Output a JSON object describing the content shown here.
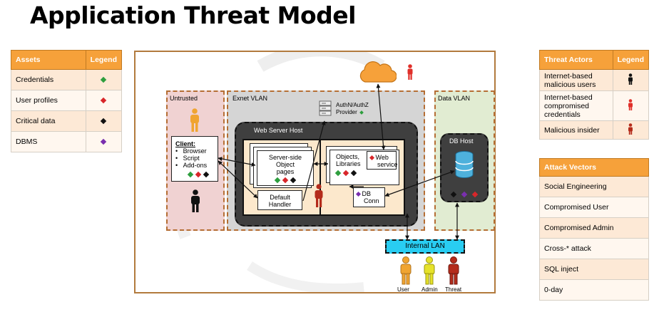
{
  "page": {
    "title": "Application Threat Model"
  },
  "colors": {
    "orange_header": "#f6a13a",
    "green": "#2e9e3e",
    "red": "#d8262a",
    "black": "#111111",
    "purple": "#7a2fae",
    "cyan": "#29cdf2",
    "orange_actor": "#f0a430",
    "yellow_actor": "#e6e22a",
    "darkred_actor": "#b42b1b"
  },
  "assets_table": {
    "header": {
      "col1": "Assets",
      "col2": "Legend"
    },
    "rows": [
      {
        "label": "Credentials",
        "legend": "green-diamond-icon"
      },
      {
        "label": "User profiles",
        "legend": "red-diamond-icon"
      },
      {
        "label": "Critical data",
        "legend": "black-diamond-icon"
      },
      {
        "label": "DBMS",
        "legend": "purple-diamond-icon"
      }
    ]
  },
  "threat_actors_table": {
    "header": {
      "col1": "Threat Actors",
      "col2": "Legend"
    },
    "rows": [
      {
        "label": "Internet-based malicious users",
        "legend": "black-person-icon"
      },
      {
        "label": "Internet-based compromised credentials",
        "legend": "red-person-icon"
      },
      {
        "label": "Malicious insider",
        "legend": "darkred-person-icon"
      }
    ]
  },
  "attack_vectors_table": {
    "header": "Attack Vectors",
    "rows": [
      "Social Engineering",
      "Compromised User",
      "Compromised Admin",
      "Cross-* attack",
      "SQL inject",
      "0-day"
    ]
  },
  "diagram": {
    "untrusted_label": "Untrusted",
    "exnet_label": "Exnet VLAN",
    "data_vlan_label": "Data VLAN",
    "web_server_host_label": "Web Server Host",
    "authn_label_line1": "AuthN/AuthZ",
    "authn_label_line2": "Provider",
    "client": {
      "title": "Client:",
      "items": [
        "Browser",
        "Script",
        "Add-ons"
      ]
    },
    "server_side_line1": "Server-side",
    "server_side_line2": "Object",
    "server_side_line3": "pages",
    "default_handler_line1": "Default",
    "default_handler_line2": "Handler",
    "objects_libraries_line1": "Objects,",
    "objects_libraries_line2": "Libraries",
    "web_service_line1": "Web",
    "web_service_line2": "service",
    "db_conn_line1": "DB",
    "db_conn_line2": "Conn",
    "db_host_label": "DB Host",
    "internal_lan_label": "Internal LAN",
    "actor_user_label": "User",
    "actor_admin_label": "Admin",
    "actor_threat_label": "Threat"
  }
}
